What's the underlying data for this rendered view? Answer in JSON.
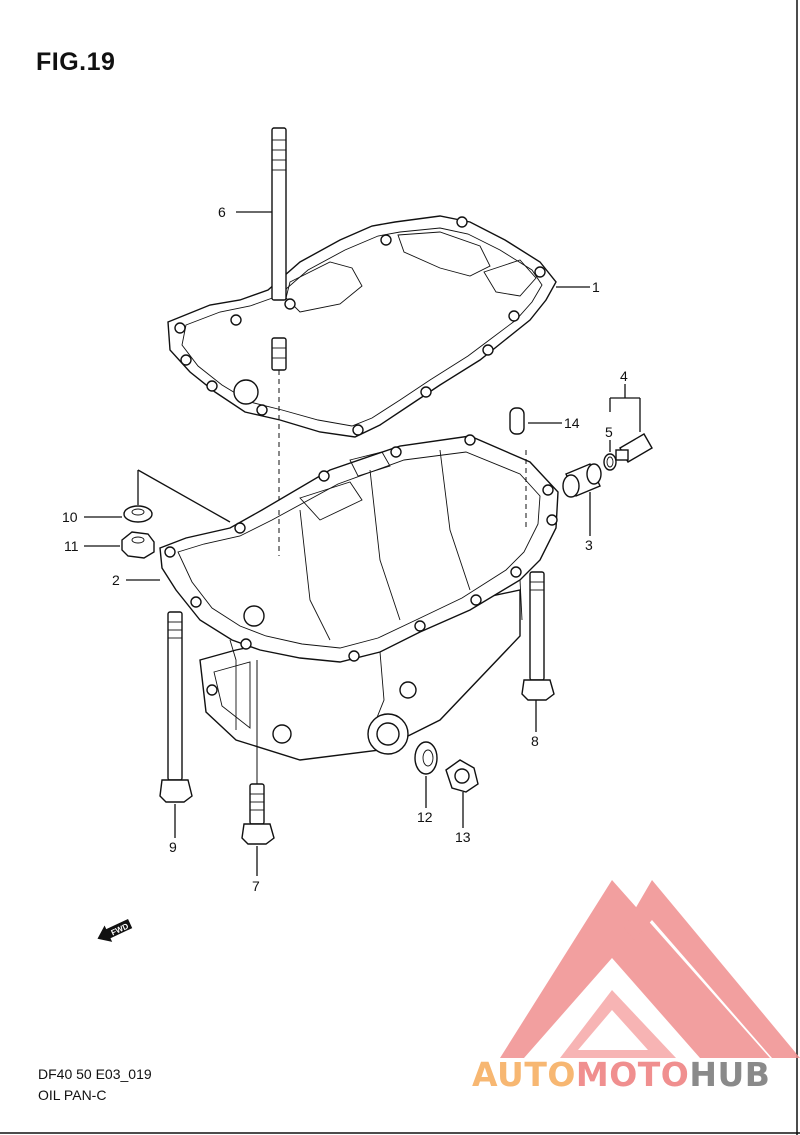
{
  "figure": {
    "title": "FIG.19",
    "model_code": "DF40 50 E03_019",
    "diagram_name": "OIL PAN-C"
  },
  "callouts": [
    {
      "id": "1",
      "label": "1"
    },
    {
      "id": "2",
      "label": "2"
    },
    {
      "id": "3",
      "label": "3"
    },
    {
      "id": "4",
      "label": "4"
    },
    {
      "id": "5",
      "label": "5"
    },
    {
      "id": "6",
      "label": "6"
    },
    {
      "id": "7",
      "label": "7"
    },
    {
      "id": "8",
      "label": "8"
    },
    {
      "id": "9",
      "label": "9"
    },
    {
      "id": "10",
      "label": "10"
    },
    {
      "id": "11",
      "label": "11"
    },
    {
      "id": "12",
      "label": "12"
    },
    {
      "id": "13",
      "label": "13"
    },
    {
      "id": "14",
      "label": "14"
    }
  ],
  "fwd_marker": {
    "text": "FWD"
  },
  "watermark": {
    "word_part1": "AUTO",
    "word_part2": "MOTO",
    "word_part3": "HUB",
    "color_1": "#f7b772",
    "color_2": "#f08f8f",
    "color_3": "#8a8a8a"
  }
}
